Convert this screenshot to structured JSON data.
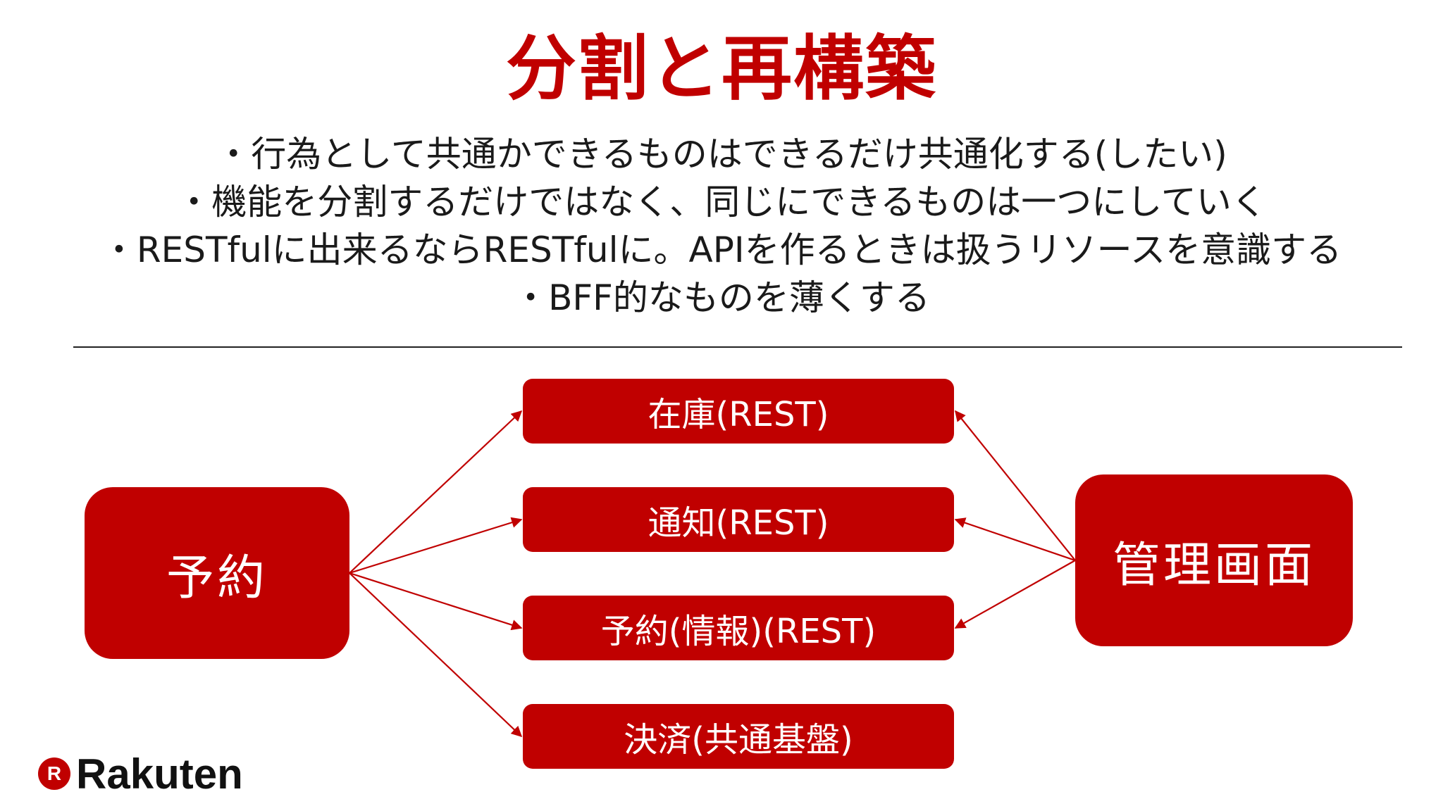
{
  "title": "分割と再構築",
  "bullets": [
    "・行為として共通かできるものはできるだけ共通化する(したい)",
    "・機能を分割するだけではなく、同じにできるものは一つにしていく",
    "・RESTfulに出来るならRESTfulに。APIを作るときは扱うリソースを意識する",
    "・BFF的なものを薄くする"
  ],
  "diagram": {
    "left_node": "予約",
    "right_node": "管理画面",
    "services": [
      "在庫(REST)",
      "通知(REST)",
      "予約(情報)(REST)",
      "決済(共通基盤)"
    ],
    "edges": [
      {
        "from": "予約",
        "to": "在庫(REST)"
      },
      {
        "from": "予約",
        "to": "通知(REST)"
      },
      {
        "from": "予約",
        "to": "予約(情報)(REST)"
      },
      {
        "from": "予約",
        "to": "決済(共通基盤)"
      },
      {
        "from": "管理画面",
        "to": "在庫(REST)"
      },
      {
        "from": "管理画面",
        "to": "通知(REST)"
      },
      {
        "from": "管理画面",
        "to": "予約(情報)(REST)"
      }
    ]
  },
  "logo": {
    "badge": "R",
    "wordmark": "Rakuten"
  },
  "colors": {
    "accent": "#c00000",
    "text": "#1a1a1a",
    "box_text": "#ffffff"
  }
}
